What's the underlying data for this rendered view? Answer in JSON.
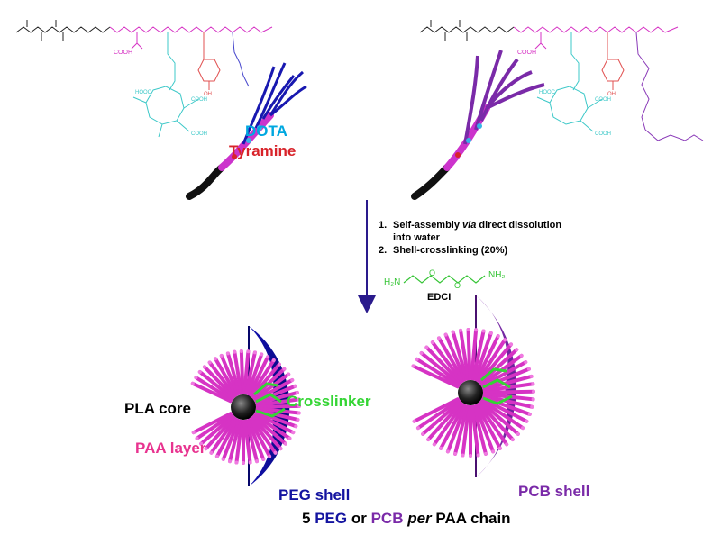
{
  "labels": {
    "dota": "DOTA",
    "tyramine": "Tyramine",
    "pla_core": "PLA core",
    "crosslinker": "Crosslinker",
    "paa_layer": "PAA layer",
    "peg_shell": "PEG shell",
    "pcb_shell": "PCB shell"
  },
  "procedure": {
    "steps": [
      {
        "number": "1.",
        "text_before": "Self-assembly ",
        "text_em": "via",
        "text_after": " direct dissolution into water"
      },
      {
        "number": "2.",
        "text_before": "Shell-crosslinking (20%)",
        "text_em": "",
        "text_after": ""
      }
    ],
    "reagent": "EDCI",
    "amine_left": "H₂N",
    "amine_right": "NH₂"
  },
  "bottom_caption": {
    "count": "5",
    "peg": "PEG",
    "or": "or",
    "pcb": "PCB",
    "per": "per",
    "chain": "PAA chain"
  },
  "colors": {
    "peg": "#1414a0",
    "pcb": "#7a2aa8",
    "paa": "#e8338f",
    "dota": "#00a8e0",
    "tyramine": "#d8232a",
    "crosslinker": "#35d535",
    "core": "#111111",
    "arrow": "#2a1a8c"
  }
}
